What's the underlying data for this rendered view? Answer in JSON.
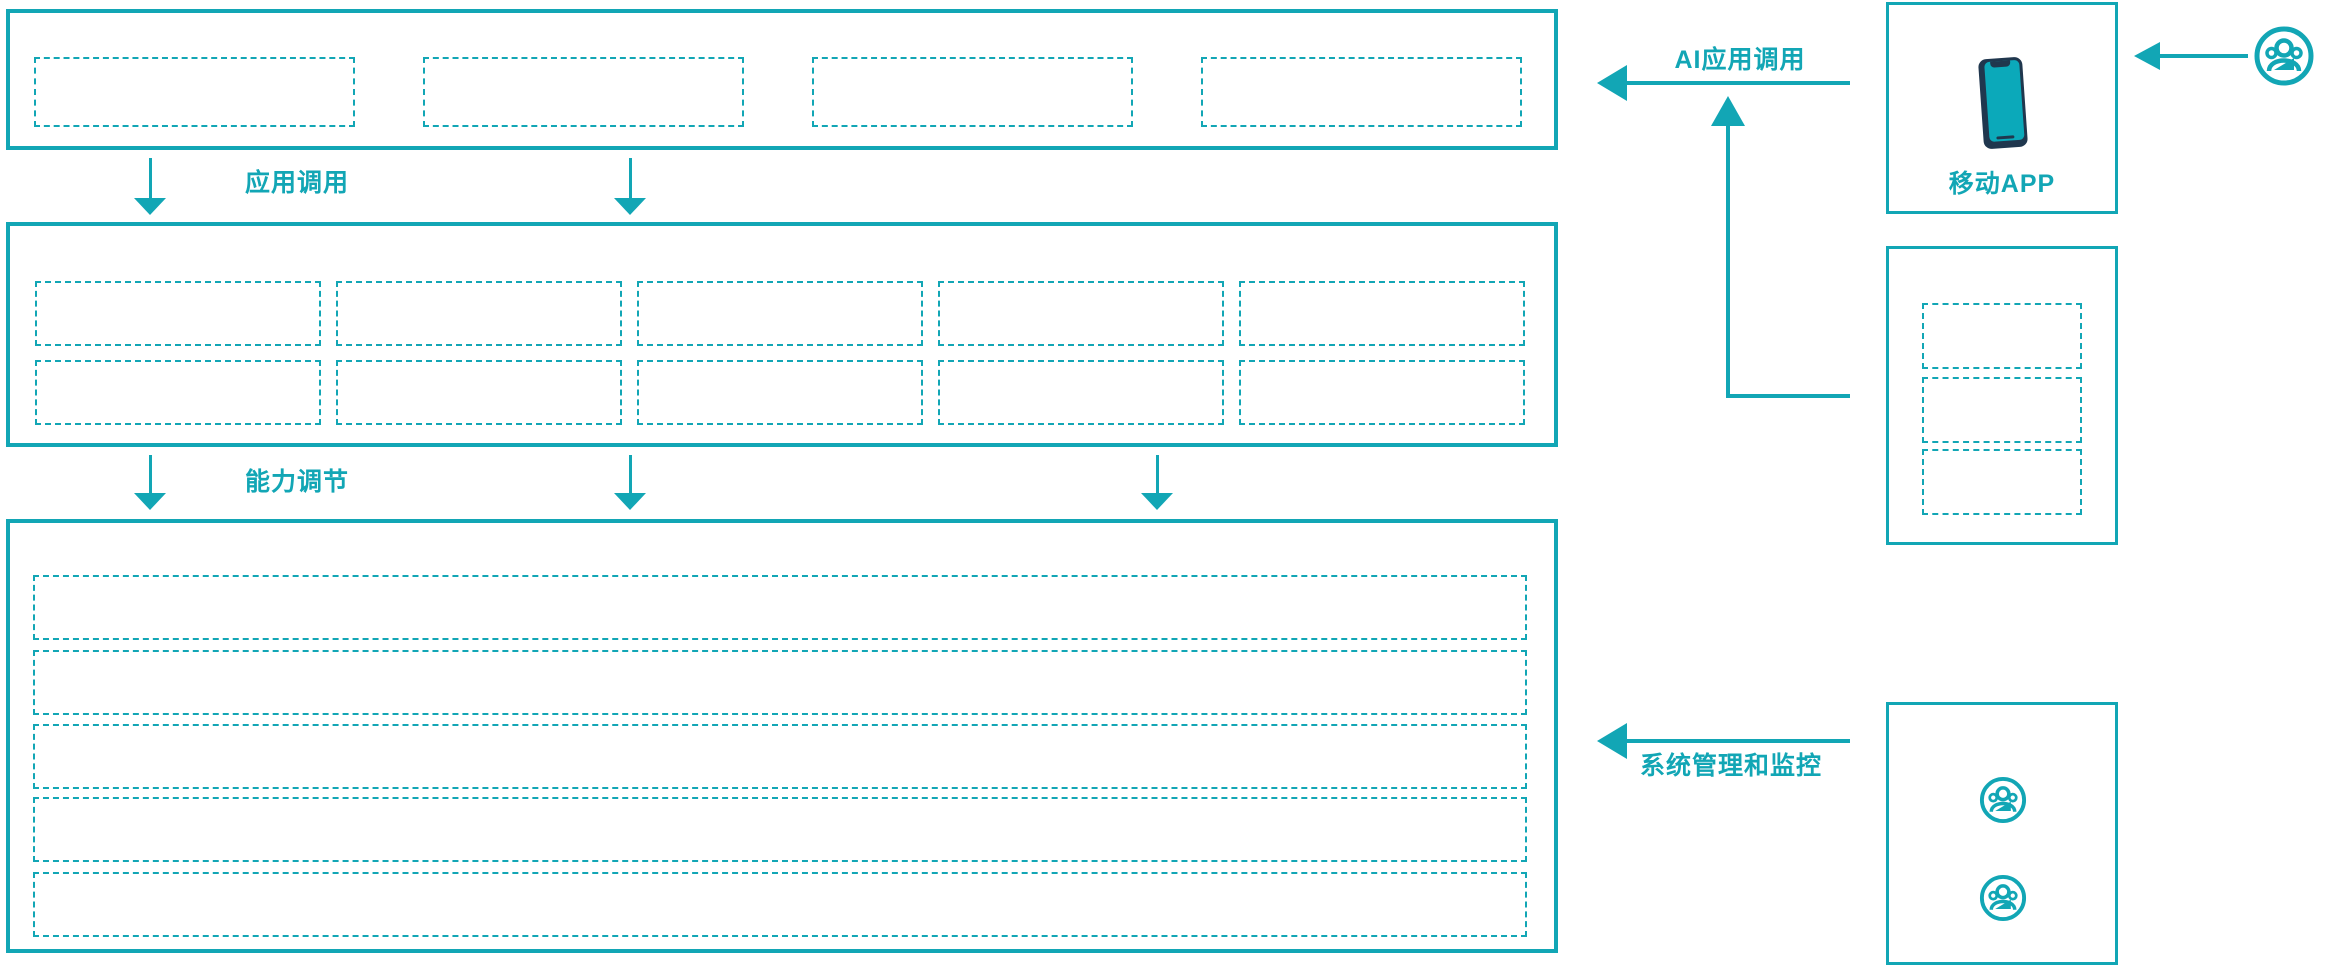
{
  "diagram": {
    "labels": {
      "app_call": "应用调用",
      "capability_adjust": "能力调节",
      "ai_app_call": "AI应用调用",
      "system_mgmt": "系统管理和监控",
      "mobile_app": "移动APP"
    },
    "layers": {
      "app_layer": {
        "placeholder_slots": 4
      },
      "capability_layer": {
        "rows": 2,
        "cols": 5,
        "placeholder_slots": 10
      },
      "platform_layer": {
        "placeholder_rows": 5
      },
      "gateway_box": {
        "placeholder_slots": 3
      },
      "admin_box": {
        "user_icons": 2
      }
    },
    "icons": [
      "smartphone-icon",
      "users-icon"
    ],
    "colors": {
      "line_teal": "#12A6B5",
      "screen_cyan": "#0BA9BA",
      "phone_navy": "#20374E",
      "background": "#ffffff"
    }
  }
}
